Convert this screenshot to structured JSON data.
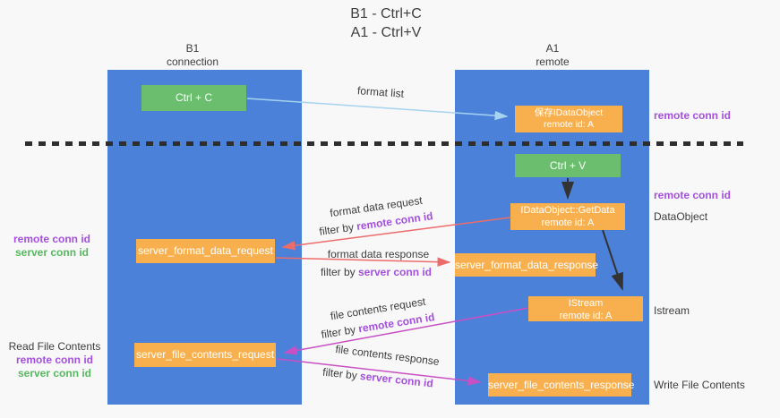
{
  "title": {
    "line1": "B1 - Ctrl+C",
    "line2": "A1 - Ctrl+V"
  },
  "lanes": {
    "left": {
      "name": "B1",
      "role": "connection"
    },
    "right": {
      "name": "A1",
      "role": "remote"
    }
  },
  "nodes": {
    "ctrl_c": {
      "label": "Ctrl + C"
    },
    "save_dataobject": {
      "line1": "保存IDataObject",
      "line2": "remote id: A"
    },
    "ctrl_v": {
      "label": "Ctrl + V"
    },
    "getdata": {
      "line1": "IDataObject::GetData",
      "line2": "remote id: A"
    },
    "format_request": {
      "label": "server_format_data_request"
    },
    "format_response": {
      "label": "server_format_data_response"
    },
    "istream": {
      "line1": "IStream",
      "line2": "remote id: A"
    },
    "file_request": {
      "label": "server_file_contents_request"
    },
    "file_response": {
      "label": "server_file_contents_response"
    }
  },
  "annotations": {
    "remote_conn_id": "remote conn id",
    "server_conn_id": "server conn id",
    "dataobject": "DataObject",
    "istream_side": "Istream",
    "read_file_contents": "Read File Contents",
    "write_file_contents": "Write File Contents"
  },
  "arrow_labels": {
    "format_list": "format list",
    "format_data_request": "format data request",
    "format_data_response": "format data response",
    "file_contents_request": "file contents request",
    "file_contents_response": "file contents response",
    "filter_by": "filter by "
  },
  "colors": {
    "lane_blue": "#4C81D9",
    "box_green": "#6ABE6E",
    "box_orange": "#F8B04E",
    "arrow_light_blue": "#A5D3F0",
    "arrow_red": "#EC6C6B",
    "arrow_magenta": "#C94FC4",
    "text_purple": "#A550DD",
    "text_green": "#56B85F",
    "text_dark": "#3D3D3D"
  }
}
